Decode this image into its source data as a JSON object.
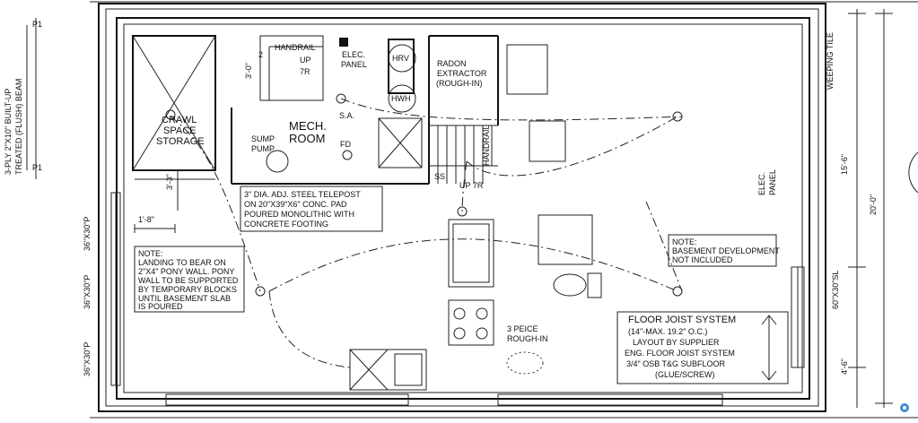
{
  "labels": {
    "handrail_top": "HANDRAIL",
    "up_top": "UP",
    "sevenr_top": "7R",
    "elec_panel_1": "ELEC.",
    "elec_panel_2": "PANEL",
    "hrv": "HRV",
    "radon_1": "RADON",
    "radon_2": "EXTRACTOR",
    "radon_3": "(ROUGH-IN)",
    "hwh": "HWH",
    "sa": "S.A.",
    "mech_1": "MECH.",
    "mech_2": "ROOM",
    "fd": "FD",
    "crawl_1": "CRAWL",
    "crawl_2": "SPACE",
    "crawl_3": "STORAGE",
    "sump_1": "SUMP",
    "sump_2": "PUMP",
    "handrail_side": "HANDRAIL",
    "ss": "SS",
    "up_7r_lower": "UP 7R",
    "elec_right_1": "ELEC.",
    "elec_right_2": "PANEL",
    "three_piece_1": "3 PEICE",
    "three_piece_2": "ROUGH-IN",
    "beam_1": "3-PLY 2\"X10\" BUILT-UP",
    "beam_2": "TREATED (FLUSH) BEAM",
    "p1_top": "P1",
    "p1_bottom": "P1",
    "weeping_tile": "WEEPING TILE",
    "dim_3_0": "3'-0\"",
    "dim_2": "2",
    "dim_3_3": "3'-3\"",
    "dim_1_8": "1'-8\"",
    "dim_15_6": "15'-6\"",
    "dim_20_0": "20'-0\"",
    "dim_4_6": "4'-6\"",
    "win_36_1": "36\"X30\"P",
    "win_36_2": "36\"X30\"P",
    "win_36_3": "36\"X30\"P",
    "win_60": "60\"X30\"SL"
  },
  "telepost_note": [
    "3\" DIA. ADJ. STEEL TELEPOST",
    "ON 20\"X39\"X6\" CONC. PAD",
    "POURED MONOLITHIC WITH",
    "CONCRETE FOOTING"
  ],
  "landing_note": [
    "NOTE:",
    "LANDING TO BEAR ON",
    "2\"X4\" PONY WALL. PONY",
    "WALL TO BE SUPPORTED",
    "BY TEMPORARY BLOCKS",
    "UNTIL BASEMENT SLAB",
    "IS POURED"
  ],
  "basement_note": [
    "NOTE:",
    "BASEMENT DEVELOPMENT",
    "NOT INCLUDED"
  ],
  "joist_note": [
    "FLOOR JOIST SYSTEM",
    "(14\"-MAX. 19.2\" O.C.)",
    "LAYOUT BY SUPPLIER",
    "ENG. FLOOR JOIST SYSTEM",
    "3/4\" OSB T&G SUBFLOOR",
    "(GLUE/SCREW)"
  ]
}
